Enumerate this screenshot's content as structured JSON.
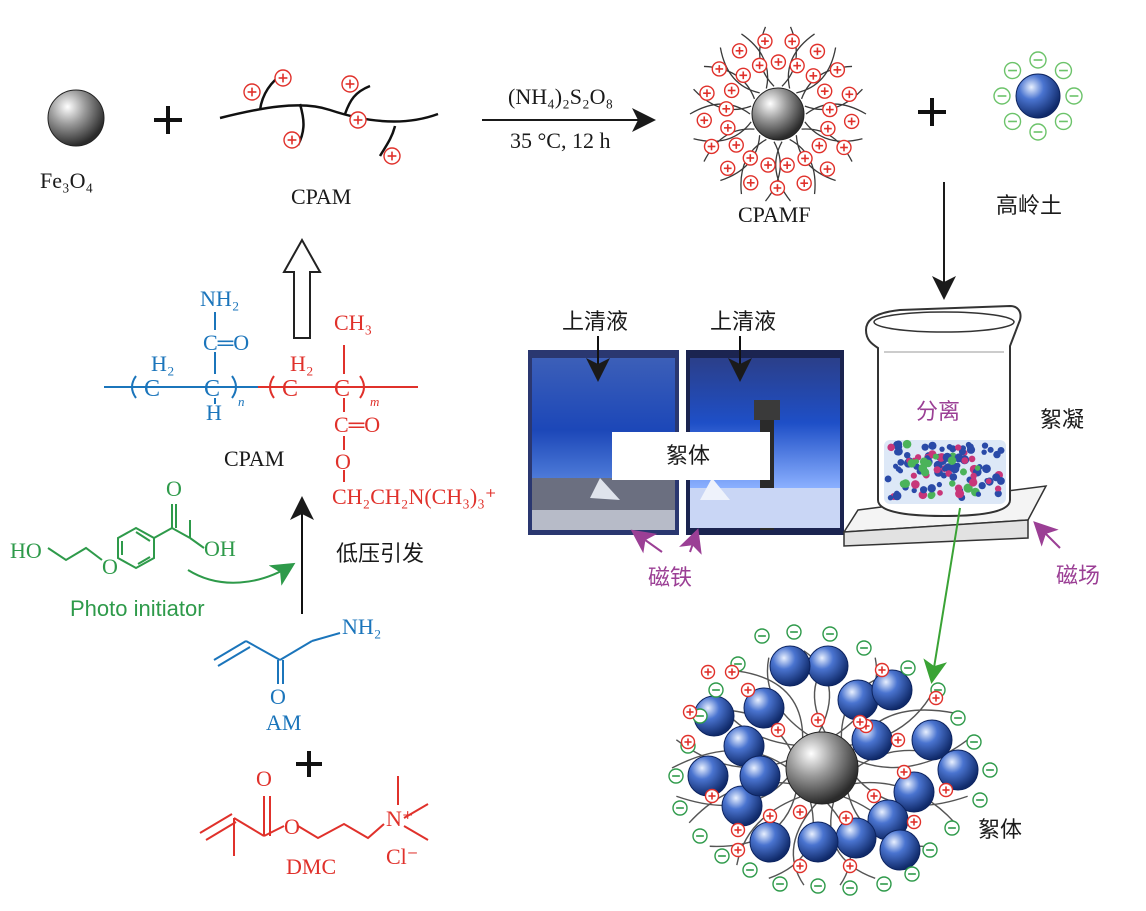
{
  "reaction_top": {
    "fe3o4": "Fe₃O₄",
    "plus": "+",
    "cpam": "CPAM",
    "reagent": "(NH₄)₂S₂O₈",
    "conditions": "35 °C, 12 h",
    "cpamf": "CPAMF",
    "plus2": "+",
    "kaolin": "高岭土"
  },
  "structure": {
    "nh2": "NH₂",
    "ceo_left": "C═O",
    "ch2_left": "H₂",
    "c_left": "C",
    "h_left": "H",
    "n_sub": "n",
    "m_sub": "m",
    "ch3": "CH₃",
    "h2_right": "H₂",
    "ceo_right": "C═O",
    "o_right": "O",
    "side_chain": "CH₂CH₂N(CH₃)₃⁺",
    "cpam_label": "CPAM"
  },
  "initiation": {
    "photo_initiator": "Photo initiator",
    "ho": "HO",
    "oh": "OH",
    "o_top": "O",
    "low_pressure": "低压引发",
    "nh2": "NH₂",
    "o_am": "O",
    "am": "AM",
    "plus": "+",
    "o_dmc": "O",
    "o_dmc2": "O",
    "n_plus": "N⁺",
    "cl": "Cl⁻",
    "dmc": "DMC"
  },
  "experiment": {
    "supernatant1": "上清液",
    "supernatant2": "上清液",
    "floc": "絮体",
    "magnet": "磁铁",
    "separation": "分离",
    "flocculation": "絮凝",
    "magnetic_field": "磁场",
    "floc_bottom": "絮体"
  },
  "colors": {
    "blue": "#1b75bb",
    "red": "#e0312b",
    "green": "#2e9a4a",
    "magenta": "#9b3f95",
    "gray_sphere": "#8a8a8a",
    "blue_sphere": "#2c4fa8"
  }
}
